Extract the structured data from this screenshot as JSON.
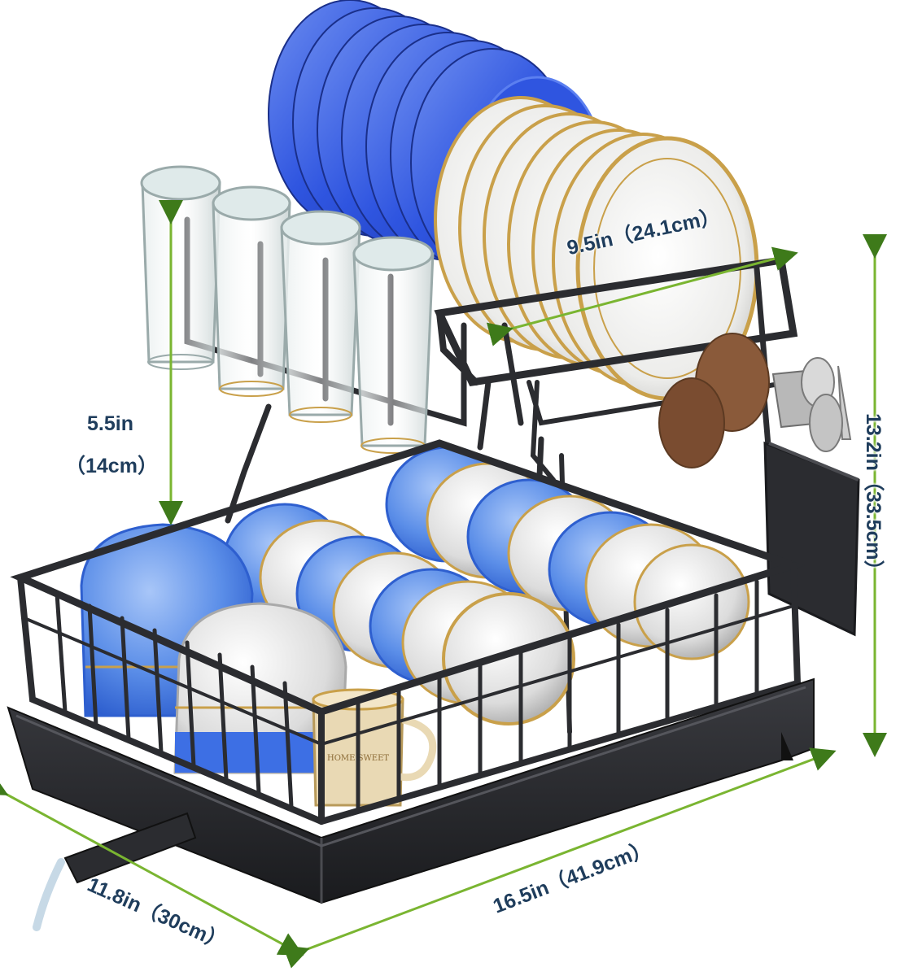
{
  "product": "two-tier dish drying rack with cup holders, utensil caddy and drainboard",
  "dimensions": {
    "plate_rack_width": "9.5in（24.1cm）",
    "cup_clearance_in": "5.5in",
    "cup_clearance_cm": "（14cm）",
    "height": "13.2in（33.5cm）",
    "length": "16.5in（41.9cm）",
    "depth": "11.8in（30cm）"
  },
  "mug_print": "HOME SWEET",
  "colors": {
    "rack": "#2b2c30",
    "plate_blue": "#2f55e0",
    "bowl_blue": "#3d6fe4",
    "plate_white": "#f2f2f0",
    "gold_rim": "#c9a04a",
    "arrow_green": "#7ab531",
    "label_navy": "#1f3d5c"
  }
}
